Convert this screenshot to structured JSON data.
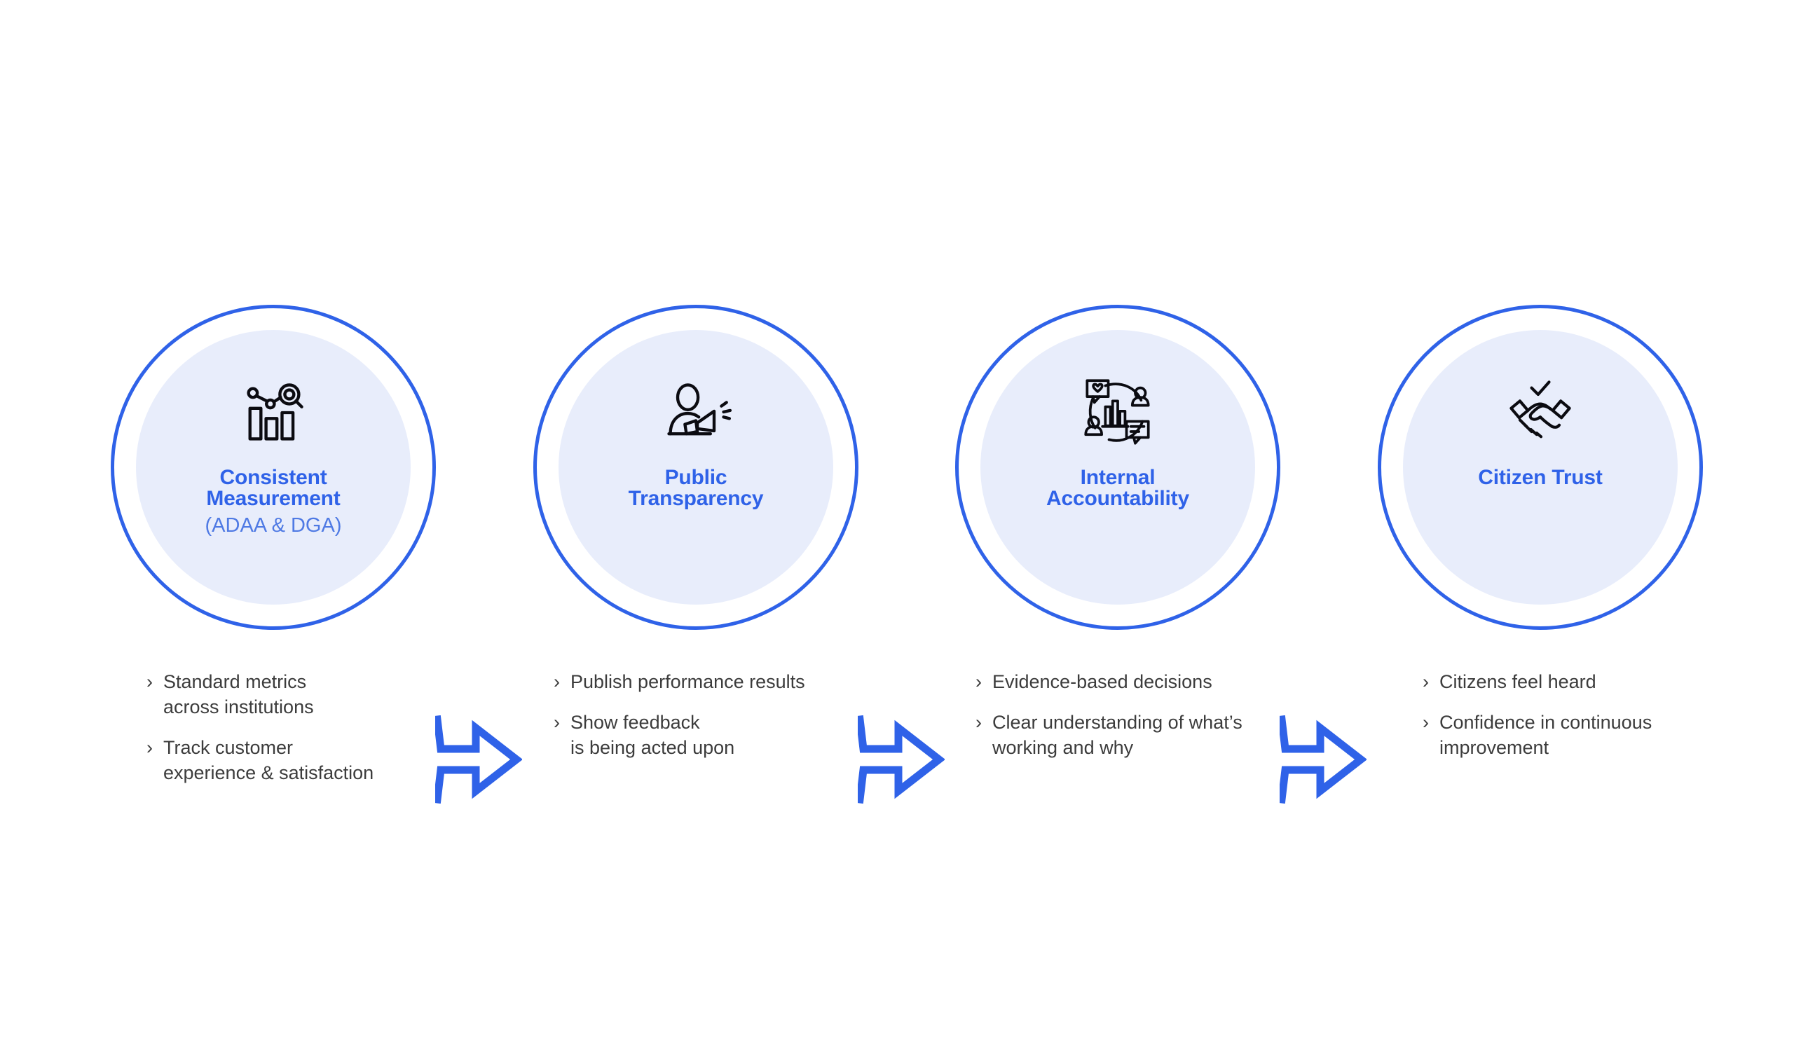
{
  "diagram": {
    "title": "Consistent Measurement to Citizen Trust flow",
    "background_color": "#ffffff",
    "accent_color": "#2f62e8",
    "circle_fill_color": "#e8edfb",
    "subtitle_color": "#4f7ae4",
    "body_text_color": "#3c3c3c",
    "bullet_marker": "›"
  },
  "stages": [
    {
      "icon_name": "bar-chart-analytics-icon",
      "title_lines": [
        "Consistent",
        "Measurement"
      ],
      "subtitle": "(ADAA & DGA)",
      "bullets": [
        "Standard metrics\nacross institutions",
        "Track customer\nexperience & satisfaction"
      ]
    },
    {
      "icon_name": "person-megaphone-icon",
      "title_lines": [
        "Public",
        "Transparency"
      ],
      "subtitle": "",
      "bullets": [
        "Publish performance results",
        "Show feedback\nis being acted upon"
      ]
    },
    {
      "icon_name": "feedback-loop-icon",
      "title_lines": [
        "Internal",
        "Accountability"
      ],
      "subtitle": "",
      "bullets": [
        "Evidence-based decisions",
        "Clear understanding of what’s\nworking and why"
      ]
    },
    {
      "icon_name": "handshake-check-icon",
      "title_lines": [
        "Citizen Trust"
      ],
      "subtitle": "",
      "bullets": [
        "Citizens feel heard",
        "Confidence in continuous\nimprovement"
      ]
    }
  ],
  "connectors": [
    {
      "name": "arrow-stage1-to-stage2",
      "icon_name": "arrow-right-icon"
    },
    {
      "name": "arrow-stage2-to-stage3",
      "icon_name": "arrow-right-icon"
    },
    {
      "name": "arrow-stage3-to-stage4",
      "icon_name": "arrow-right-icon"
    }
  ]
}
